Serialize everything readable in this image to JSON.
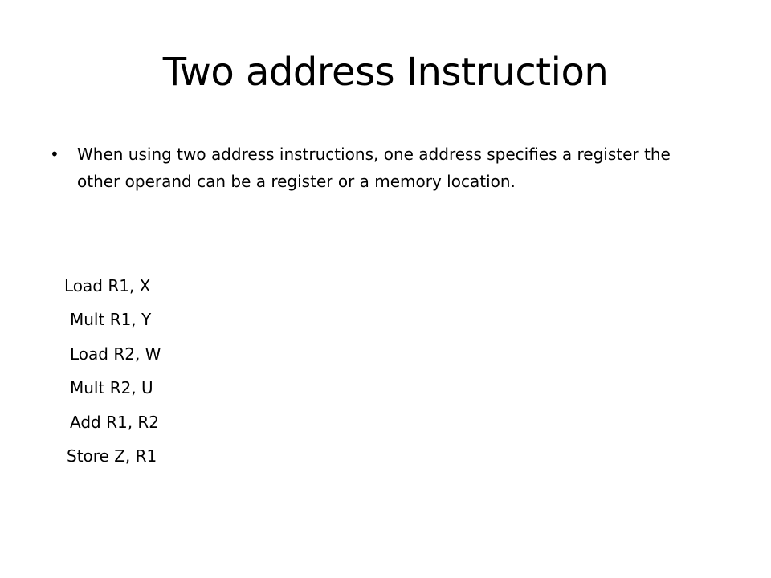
{
  "slide": {
    "title": "Two address Instruction",
    "bullet": {
      "symbol": "•",
      "text": "When using two address instructions, one address specifies a register the other operand can be a register or a memory location."
    },
    "code_lines": [
      "Load R1, X",
      "Mult R1, Y",
      "Load R2, W",
      "Mult R2, U",
      "Add R1, R2",
      "Store Z, R1"
    ]
  }
}
